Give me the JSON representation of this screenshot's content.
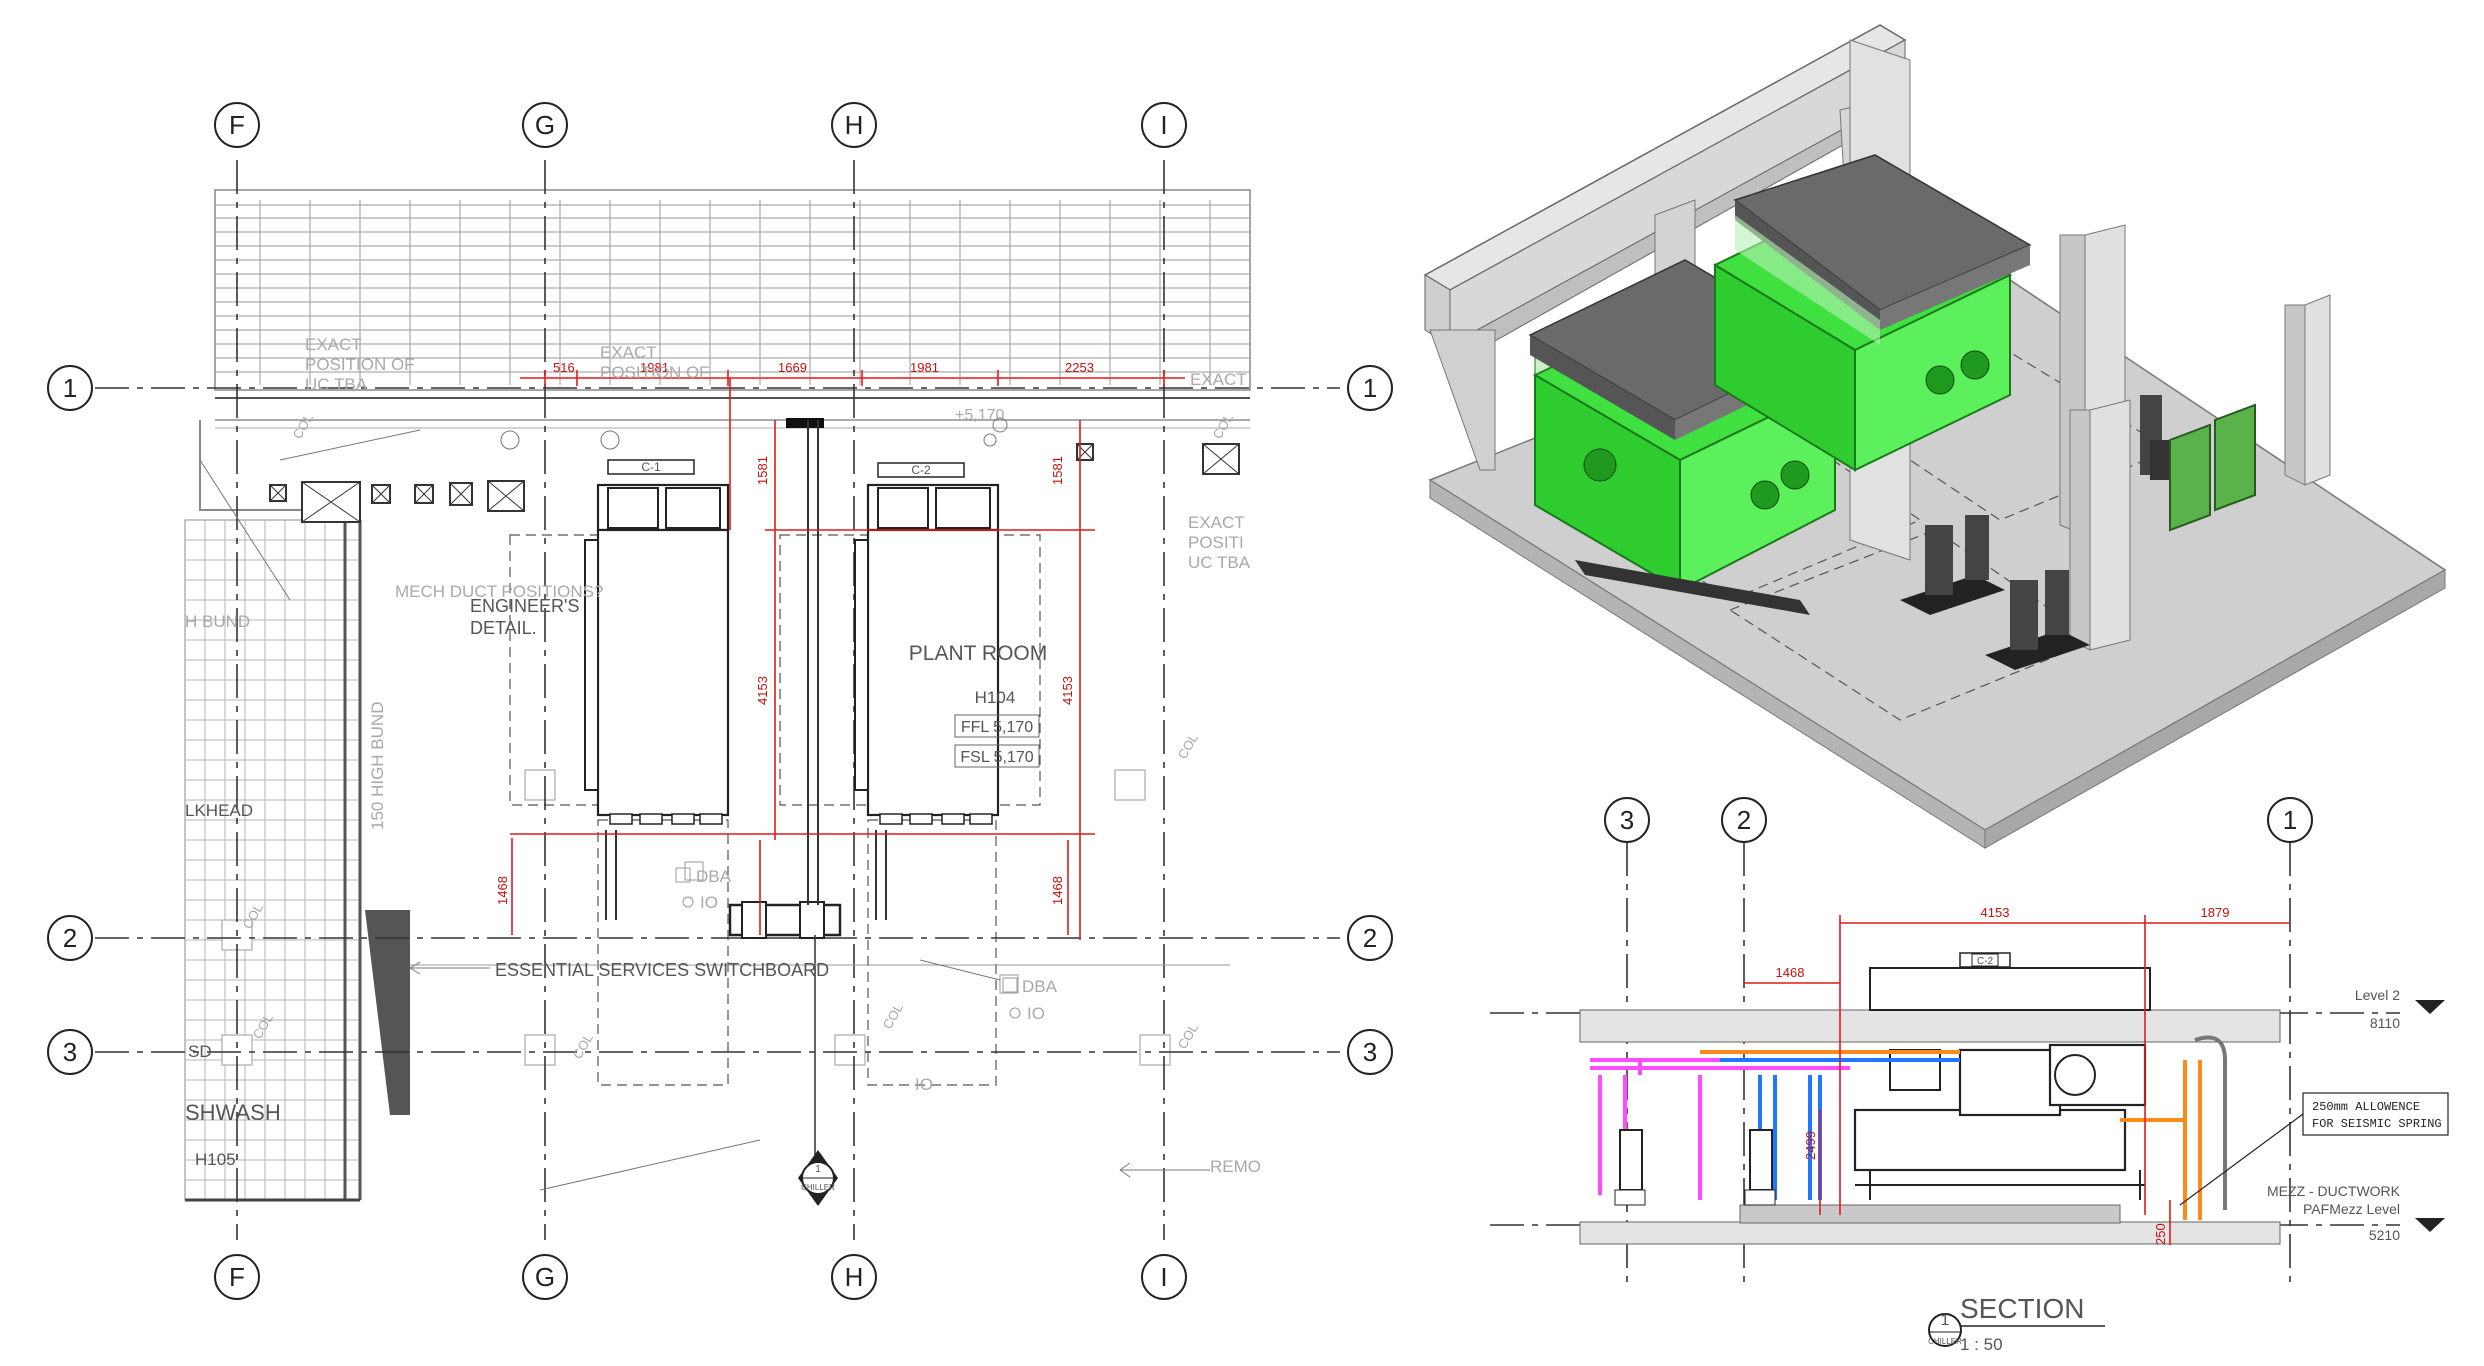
{
  "plan": {
    "grid_top": [
      "F",
      "G",
      "H",
      "I"
    ],
    "grid_bottom": [
      "F",
      "G",
      "H",
      "I"
    ],
    "grid_rows_left": [
      "1",
      "2",
      "3"
    ],
    "grid_rows_right": [
      "1",
      "2",
      "3"
    ],
    "dims_top": [
      "516",
      "1981",
      "1669",
      "1981",
      "2253"
    ],
    "dims_vertical": [
      "1581",
      "4153",
      "1468",
      "1581",
      "4153",
      "1468"
    ],
    "chiller_tags": [
      "C-1",
      "C-2"
    ],
    "room_name": "PLANT ROOM",
    "room_number": "H104",
    "ffl": "FFL 5,170",
    "fsl": "FSL 5,170",
    "notes": {
      "exact_position_1": "EXACT",
      "exact_position_1b": "POSITION OF",
      "exact_position_1c": "UC TBA",
      "exact_position_2": "EXACT",
      "exact_position_2b": "POSITION OF",
      "exact_position_right": "EXACT",
      "exact_position_right_b": "POSITI",
      "exact_position_right_c": "UC TBA",
      "mech_duct": "MECH DUCT POSITIONS?",
      "engineers_1": "ENGINEER'S",
      "engineers_2": "DETAIL.",
      "high_bund": "150 HIGH BUND",
      "h_bund": "H BUND",
      "bulkhead": "LKHEAD",
      "essential": "ESSENTIAL SERVICES SWITCHBOARD",
      "dishwash": "SHWASH",
      "h105": "H105",
      "sd": "SD",
      "dba_1": "DBA",
      "dba_2": "DBA",
      "io_1": "IO",
      "io_2": "IO",
      "remo": "REMO",
      "col": "COL",
      "plus5170": "+5,170"
    },
    "section_marker_num": "1",
    "section_marker_label": "CHILLER"
  },
  "section": {
    "grid_labels": [
      "3",
      "2",
      "1"
    ],
    "dims": [
      "4153",
      "1879",
      "1468",
      "2499",
      "250"
    ],
    "chiller_tag": "C-2",
    "level2_label": "Level 2",
    "level2_value": "8110",
    "mezz_label": "MEZZ - DUCTWORK",
    "mezz_label2": "PAFMezz Level",
    "mezz_value": "5210",
    "note_1": "250mm ALLOWENCE",
    "note_2": "FOR SEISMIC SPRING",
    "title_num": "1",
    "title_sub": "CHILLER",
    "title": "SECTION",
    "scale": "1 : 50"
  },
  "colors": {
    "dimension": "#e01b1b",
    "equipment_green": "#3fe03f",
    "pipe_magenta": "#ff4cff",
    "pipe_blue": "#2277ff",
    "pipe_orange": "#ff8a1c",
    "slab_grey": "#c9c9c9"
  }
}
